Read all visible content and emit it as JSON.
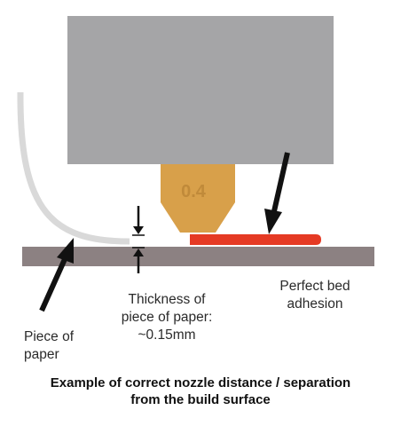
{
  "diagram": {
    "nozzle_size": "0.4",
    "labels": {
      "paper": [
        "Piece of",
        "paper"
      ],
      "thickness": [
        "Thickness of",
        "piece of paper:",
        "~0.15mm"
      ],
      "adhesion": [
        "Perfect bed",
        "adhesion"
      ]
    },
    "caption": [
      "Example of correct nozzle distance / separation",
      "from the build surface"
    ],
    "colors": {
      "hotend_body": "#a5a5a7",
      "nozzle": "#d8a04a",
      "nozzle_text": "#c08a3a",
      "bed": "#8c8182",
      "paper": "#d9d9d9",
      "filament": "#e53a24",
      "arrow": "#111111"
    }
  }
}
